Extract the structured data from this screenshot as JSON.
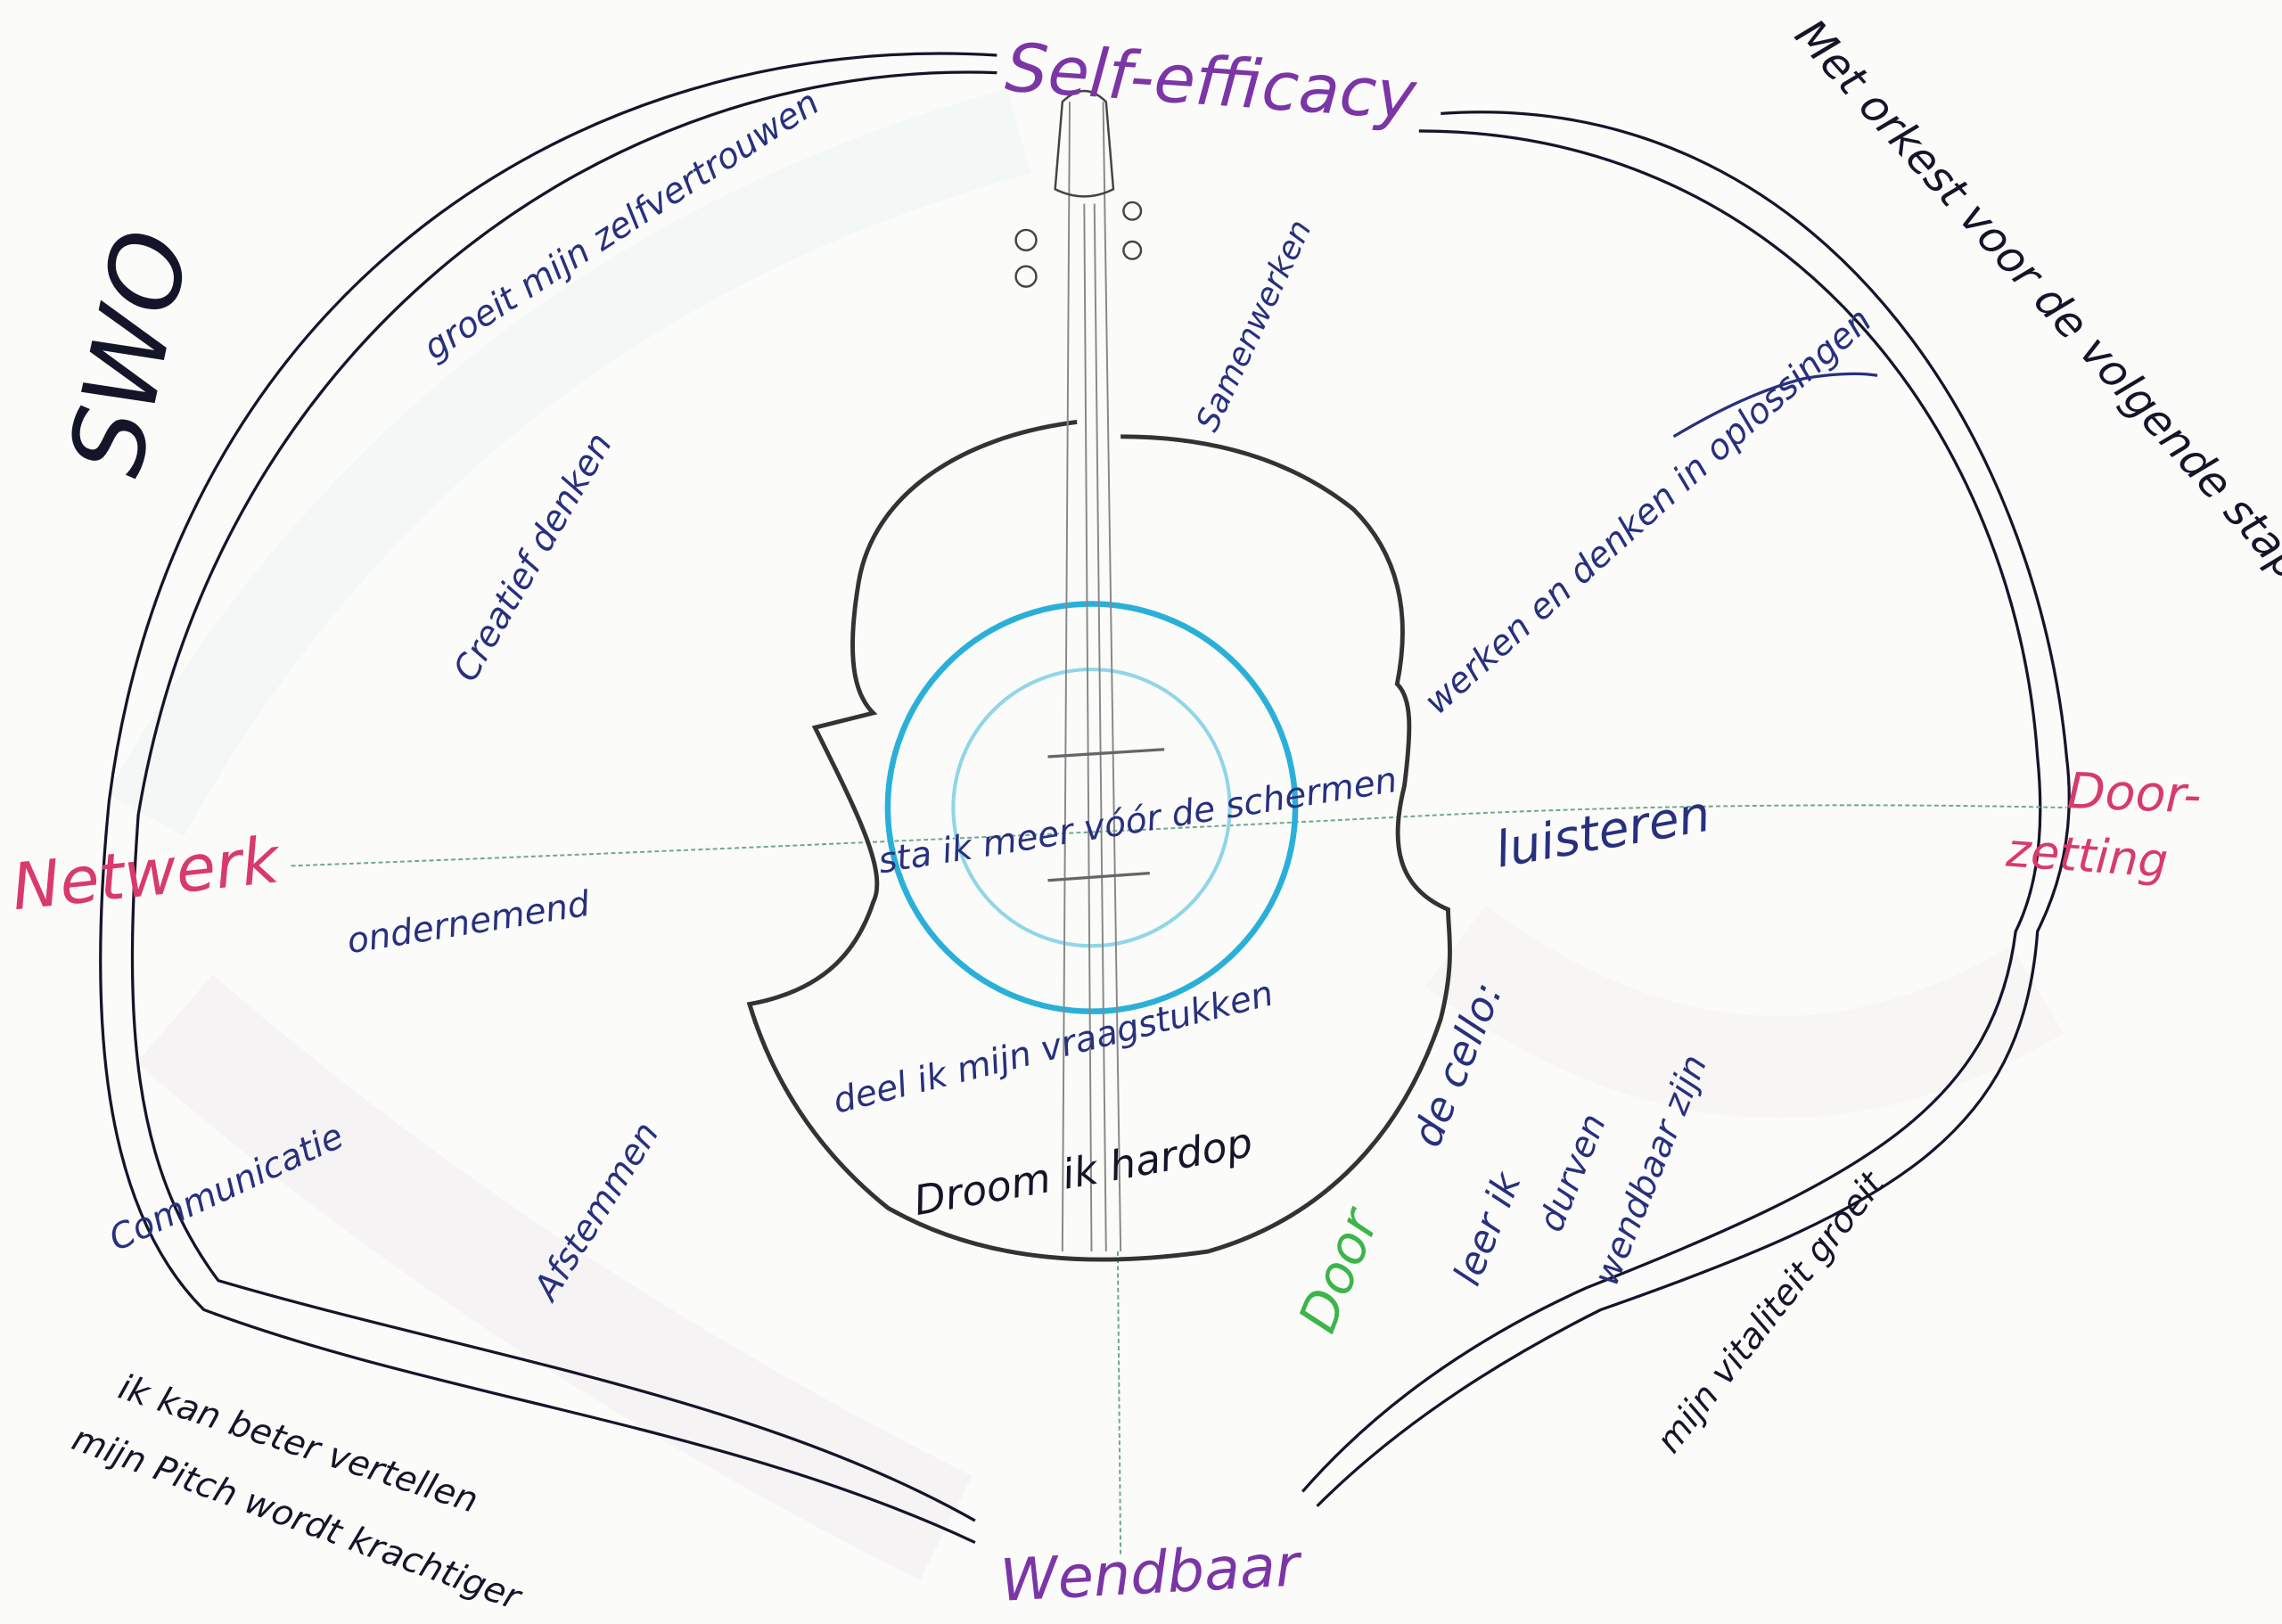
{
  "corner": {
    "title": "SWO"
  },
  "axes": {
    "top": "Self-efficacy",
    "left": "Netwerk",
    "right_line1": "Door-",
    "right_line2": "zetting",
    "bottom": "Wendbaar"
  },
  "outer_notes": {
    "top_right": "Met orkest voor de volgende stap",
    "bottom_left_line1": "ik kan beter vertellen",
    "bottom_left_line2": "mijn Pitch wordt krachtiger"
  },
  "quadrant_notes": {
    "self_confidence": "groeit mijn zelfvertrouwen",
    "creative": "Creatief denken",
    "collaborate": "Samenwerken",
    "solutions": "werken en denken in oplossingen",
    "listen": "luisteren",
    "entrepreneurial": "ondernemend",
    "communication": "Communicatie",
    "align": "Afstemmen",
    "vitality": "mijn vitaliteit groeit"
  },
  "cello_notes": {
    "front": "sta ik meer vóór de schermen",
    "questions": "deel ik mijn vraagstukken",
    "dream": "Droom ik hardop"
  },
  "cello_statement": {
    "door": "Door",
    "de_cello": "de cello:",
    "leer_ik": "leer ik",
    "durven": "durven",
    "wendbaar_zijn": "wendbaar zijn"
  },
  "colors": {
    "ink_blue": "#28307e",
    "ink_black": "#15152a",
    "purple": "#7b35a6",
    "pink": "#d83a6c",
    "green": "#3cb54a",
    "cyan": "#2ab0d8"
  }
}
